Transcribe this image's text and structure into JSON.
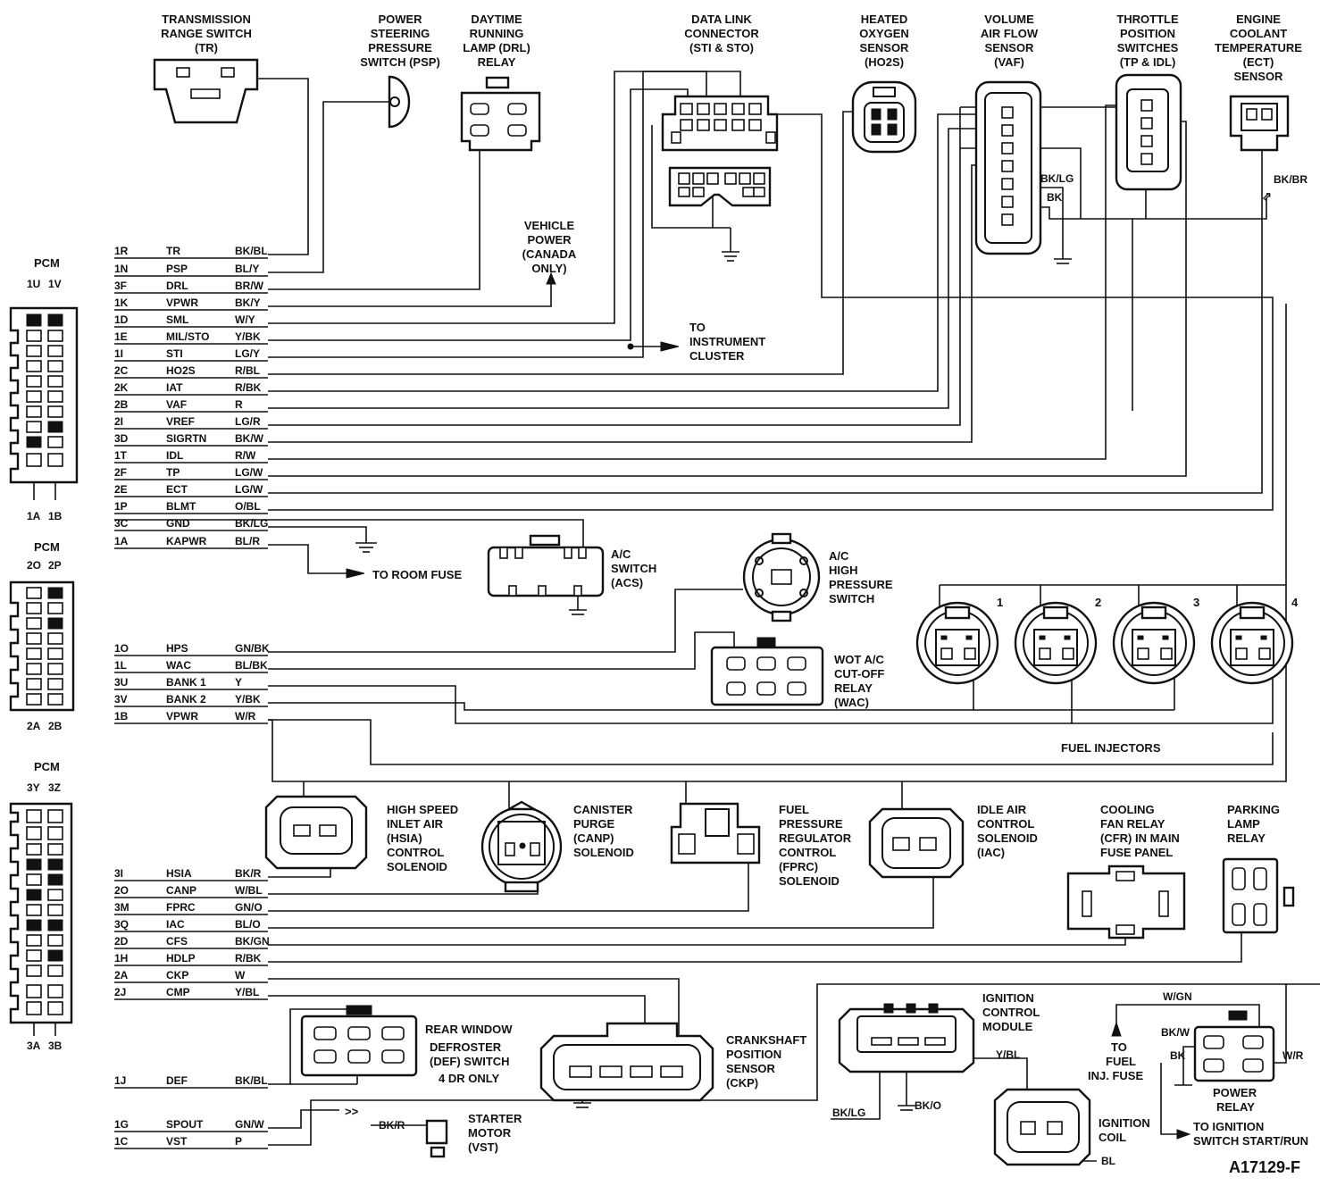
{
  "figure_id": "A17129-F",
  "pcm_connectors": [
    {
      "title": "PCM",
      "top_left": "1U",
      "top_right": "1V",
      "bottom_left": "1A",
      "bottom_right": "1B"
    },
    {
      "title": "PCM",
      "top_left": "2O",
      "top_right": "2P",
      "bottom_left": "2A",
      "bottom_right": "2B"
    },
    {
      "title": "PCM",
      "top_left": "3Y",
      "top_right": "3Z",
      "bottom_left": "3A",
      "bottom_right": "3B"
    }
  ],
  "pcm_wires": [
    {
      "pin": "1R",
      "circuit": "TR",
      "color": "BK/BL"
    },
    {
      "pin": "1N",
      "circuit": "PSP",
      "color": "BL/Y"
    },
    {
      "pin": "3F",
      "circuit": "DRL",
      "color": "BR/W"
    },
    {
      "pin": "1K",
      "circuit": "VPWR",
      "color": "BK/Y"
    },
    {
      "pin": "1D",
      "circuit": "SML",
      "color": "W/Y"
    },
    {
      "pin": "1E",
      "circuit": "MIL/STO",
      "color": "Y/BK"
    },
    {
      "pin": "1I",
      "circuit": "STI",
      "color": "LG/Y"
    },
    {
      "pin": "2C",
      "circuit": "HO2S",
      "color": "R/BL"
    },
    {
      "pin": "2K",
      "circuit": "IAT",
      "color": "R/BK"
    },
    {
      "pin": "2B",
      "circuit": "VAF",
      "color": "R"
    },
    {
      "pin": "2I",
      "circuit": "VREF",
      "color": "LG/R"
    },
    {
      "pin": "3D",
      "circuit": "SIGRTN",
      "color": "BK/W"
    },
    {
      "pin": "1T",
      "circuit": "IDL",
      "color": "R/W"
    },
    {
      "pin": "2F",
      "circuit": "TP",
      "color": "LG/W"
    },
    {
      "pin": "2E",
      "circuit": "ECT",
      "color": "LG/W"
    },
    {
      "pin": "1P",
      "circuit": "BLMT",
      "color": "O/BL"
    },
    {
      "pin": "3C",
      "circuit": "GND",
      "color": "BK/LG"
    },
    {
      "pin": "1A",
      "circuit": "KAPWR",
      "color": "BL/R"
    },
    {
      "pin": "1O",
      "circuit": "HPS",
      "color": "GN/BK"
    },
    {
      "pin": "1L",
      "circuit": "WAC",
      "color": "BL/BK"
    },
    {
      "pin": "3U",
      "circuit": "BANK 1",
      "color": "Y"
    },
    {
      "pin": "3V",
      "circuit": "BANK 2",
      "color": "Y/BK"
    },
    {
      "pin": "1B",
      "circuit": "VPWR",
      "color": "W/R"
    },
    {
      "pin": "3I",
      "circuit": "HSIA",
      "color": "BK/R"
    },
    {
      "pin": "2O",
      "circuit": "CANP",
      "color": "W/BL"
    },
    {
      "pin": "3M",
      "circuit": "FPRC",
      "color": "GN/O"
    },
    {
      "pin": "3Q",
      "circuit": "IAC",
      "color": "BL/O"
    },
    {
      "pin": "2D",
      "circuit": "CFS",
      "color": "BK/GN"
    },
    {
      "pin": "1H",
      "circuit": "HDLP",
      "color": "R/BK"
    },
    {
      "pin": "2A",
      "circuit": "CKP",
      "color": "W"
    },
    {
      "pin": "2J",
      "circuit": "CMP",
      "color": "Y/BL"
    },
    {
      "pin": "1J",
      "circuit": "DEF",
      "color": "BK/BL"
    },
    {
      "pin": "1G",
      "circuit": "SPOUT",
      "color": "GN/W"
    },
    {
      "pin": "1C",
      "circuit": "VST",
      "color": "P"
    }
  ],
  "components": {
    "tr": [
      "TRANSMISSION",
      "RANGE SWITCH",
      "(TR)"
    ],
    "psp": [
      "POWER",
      "STEERING",
      "PRESSURE",
      "SWITCH (PSP)"
    ],
    "drl": [
      "DAYTIME",
      "RUNNING",
      "LAMP (DRL)",
      "RELAY"
    ],
    "dlc": [
      "DATA LINK",
      "CONNECTOR",
      "(STI & STO)"
    ],
    "ho2s": [
      "HEATED",
      "OXYGEN",
      "SENSOR",
      "(HO2S)"
    ],
    "vaf": [
      "VOLUME",
      "AIR FLOW",
      "SENSOR",
      "(VAF)"
    ],
    "tp": [
      "THROTTLE",
      "POSITION",
      "SWITCHES",
      "(TP & IDL)"
    ],
    "ect": [
      "ENGINE",
      "COOLANT",
      "TEMPERATURE",
      "(ECT)",
      "SENSOR"
    ],
    "vehicle_power": [
      "VEHICLE",
      "POWER",
      "(CANADA",
      "ONLY)"
    ],
    "instrument_cluster": [
      "TO",
      "INSTRUMENT",
      "CLUSTER"
    ],
    "room_fuse": "TO ROOM FUSE",
    "acs": [
      "A/C",
      "SWITCH",
      "(ACS)"
    ],
    "achp": [
      "A/C",
      "HIGH",
      "PRESSURE",
      "SWITCH"
    ],
    "wac": [
      "WOT A/C",
      "CUT-OFF",
      "RELAY",
      "(WAC)"
    ],
    "fuel_injectors": "FUEL INJECTORS",
    "injector_numbers": [
      "1",
      "2",
      "3",
      "4"
    ],
    "hsia": [
      "HIGH SPEED",
      "INLET AIR",
      "(HSIA)",
      "CONTROL",
      "SOLENOID"
    ],
    "canp": [
      "CANISTER",
      "PURGE",
      "(CANP)",
      "SOLENOID"
    ],
    "fprc": [
      "FUEL",
      "PRESSURE",
      "REGULATOR",
      "CONTROL",
      "(FPRC)",
      "SOLENOID"
    ],
    "iac": [
      "IDLE AIR",
      "CONTROL",
      "SOLENOID",
      "(IAC)"
    ],
    "cfr": [
      "COOLING",
      "FAN RELAY",
      "(CFR) IN MAIN",
      "FUSE PANEL"
    ],
    "parking_relay": [
      "PARKING",
      "LAMP",
      "RELAY"
    ],
    "def": [
      "REAR WINDOW",
      "DEFROSTER",
      "(DEF) SWITCH",
      "4 DR ONLY"
    ],
    "ckp": [
      "CRANKSHAFT",
      "POSITION",
      "SENSOR",
      "(CKP)"
    ],
    "icm": [
      "IGNITION",
      "CONTROL",
      "MODULE"
    ],
    "starter": [
      "STARTER",
      "MOTOR",
      "(VST)"
    ],
    "coil": [
      "IGNITION",
      "COIL"
    ],
    "power_relay": [
      "POWER",
      "RELAY"
    ],
    "fuel_inj_fuse": [
      "TO",
      "FUEL",
      "INJ. FUSE"
    ],
    "ign_switch": [
      "TO IGNITION",
      "SWITCH START/RUN"
    ]
  },
  "misc_wire_labels": {
    "vaf_bklg": "BK/LG",
    "vaf_bk": "BK",
    "ect_bkbr": "BK/BR",
    "starter_bkr": "BK/R",
    "icm_bklg": "BK/LG",
    "icm_bko": "BK/O",
    "icm_ybl": "Y/BL",
    "coil_bl": "BL",
    "pr_wgn": "W/GN",
    "pr_bkw": "BK/W",
    "pr_bk": "BK",
    "pr_wr": "W/R"
  }
}
